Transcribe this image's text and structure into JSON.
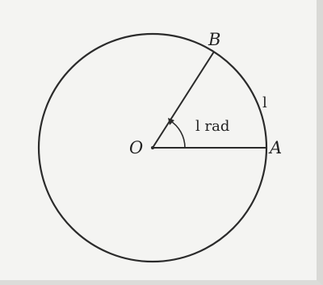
{
  "diagram": {
    "labels": {
      "center": "O",
      "point_a": "A",
      "point_b": "B",
      "arc_length": "l",
      "angle": "l rad"
    },
    "colors": {
      "stroke": "#2b2b2b",
      "text": "#222222",
      "background": "#f4f4f2"
    }
  }
}
